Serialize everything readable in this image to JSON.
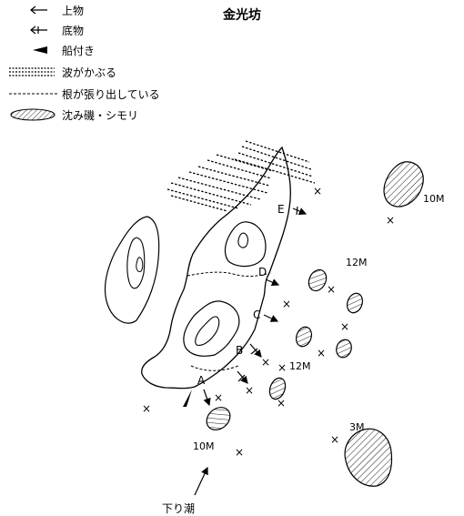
{
  "title": "金光坊",
  "legend": [
    {
      "symbol": "arrow-simple-icon",
      "label": "上物"
    },
    {
      "symbol": "arrow-double-icon",
      "label": "底物"
    },
    {
      "symbol": "boat-landing-icon",
      "label": "船付き"
    },
    {
      "symbol": "wave-hatch-icon",
      "label": "波がかぶる"
    },
    {
      "symbol": "dashed-line-icon",
      "label": "根が張り出している"
    },
    {
      "symbol": "hatched-ellipse-icon",
      "label": "沈み磯・シモリ"
    }
  ],
  "points": [
    "A",
    "B",
    "C",
    "D",
    "E"
  ],
  "depths": {
    "top_right": "10M",
    "right_upper": "12M",
    "right_middle": "12M",
    "bottom_left": "10M",
    "bottom_right": "3M"
  },
  "current_label": "下り潮"
}
